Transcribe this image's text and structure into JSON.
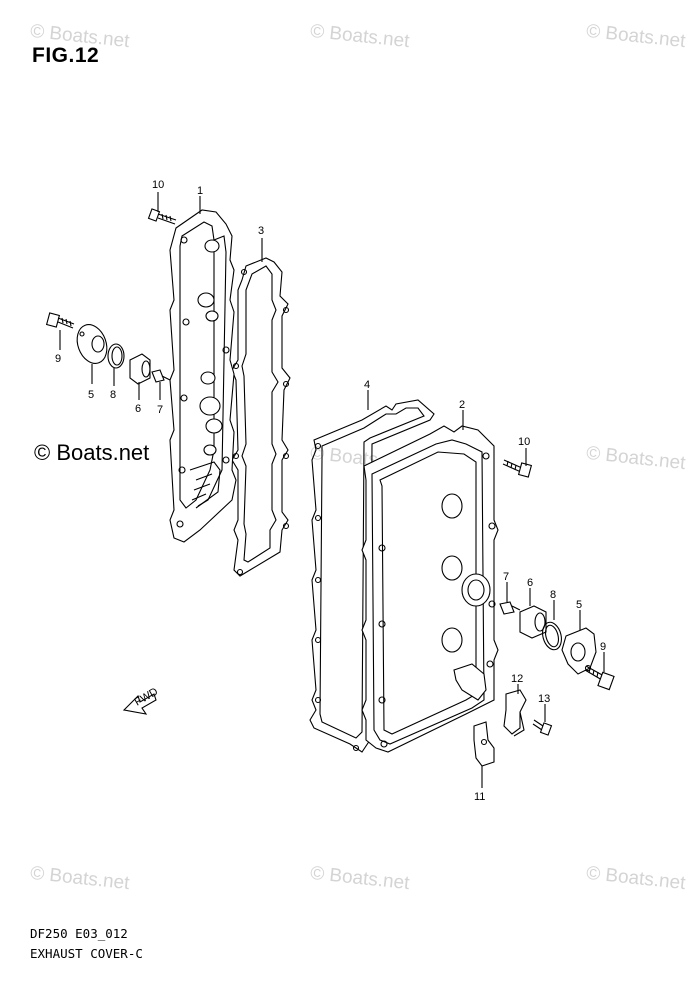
{
  "figure": {
    "title": "FIG.12"
  },
  "caption": {
    "code": "DF250 E03_012",
    "name": "EXHAUST COVER-C"
  },
  "watermark": {
    "text": "© Boats.net",
    "color": "#d4d4d4"
  },
  "direction_arrow": {
    "label": "FWD"
  },
  "callouts": {
    "c1": "1",
    "c2": "2",
    "c3": "3",
    "c4": "4",
    "c5a": "5",
    "c5b": "5",
    "c6a": "6",
    "c6b": "6",
    "c7a": "7",
    "c7b": "7",
    "c8a": "8",
    "c8b": "8",
    "c9a": "9",
    "c9b": "9",
    "c10a": "10",
    "c10b": "10",
    "c11": "11",
    "c12": "12",
    "c13": "13"
  }
}
